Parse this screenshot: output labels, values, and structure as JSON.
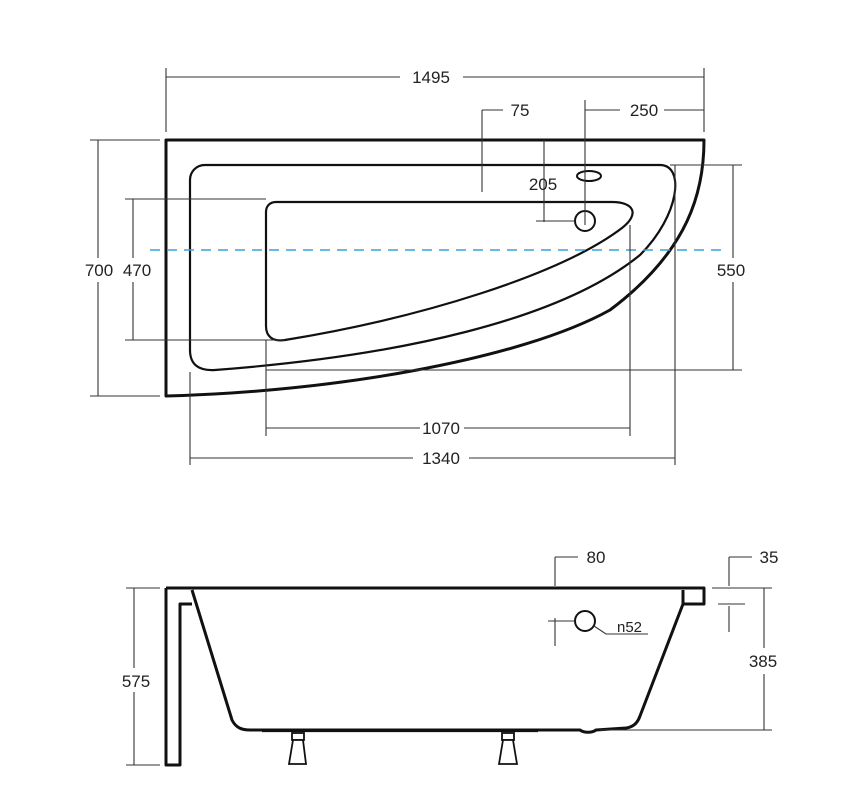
{
  "top_view": {
    "overall_length": "1495",
    "overflow_offset": "75",
    "drain_offset": "250",
    "drain_depth": "205",
    "overall_width": "700",
    "inner_width": "470",
    "right_height": "550",
    "bottom_length": "1070",
    "inner_length": "1340"
  },
  "side_view": {
    "rim_width": "80",
    "rim_thickness": "35",
    "total_height": "575",
    "inner_height": "385",
    "overflow_diameter": "n52"
  },
  "colors": {
    "outline": "#111111",
    "dimension": "#333333",
    "center_line": "#3aa0d8"
  }
}
